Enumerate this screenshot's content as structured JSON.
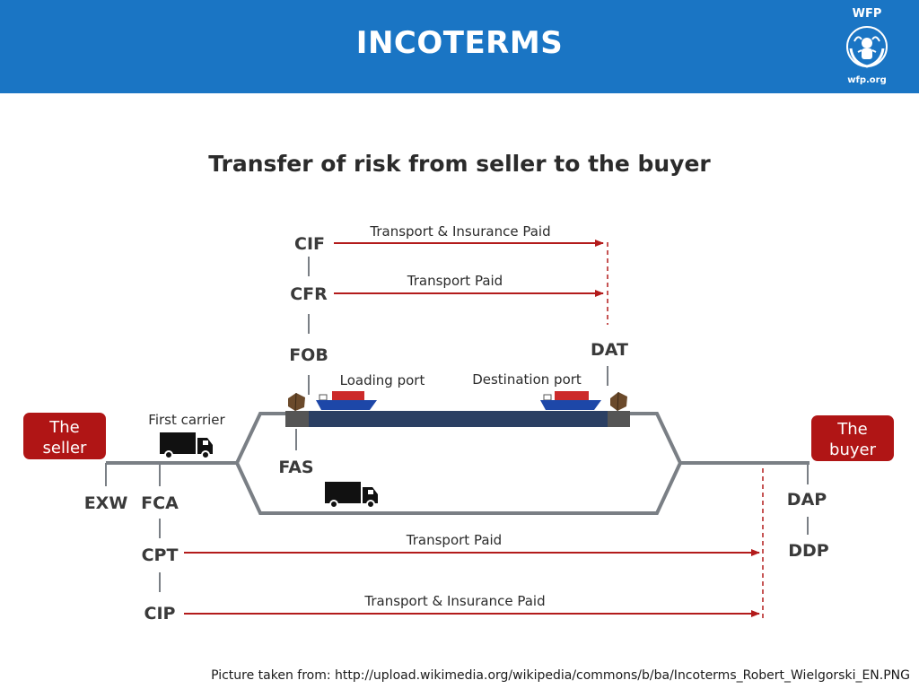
{
  "header": {
    "title": "INCOTERMS",
    "logo_top": "WFP",
    "logo_bottom": "wfp.org"
  },
  "diagram": {
    "subtitle": "Transfer of risk from seller to the buyer",
    "terms": {
      "cif": "CIF",
      "cfr": "CFR",
      "fob": "FOB",
      "dat": "DAT",
      "fas": "FAS",
      "exw": "EXW",
      "fca": "FCA",
      "cpt": "CPT",
      "cip": "CIP",
      "dap": "DAP",
      "ddp": "DDP"
    },
    "labels": {
      "cif_arrow": "Transport & Insurance Paid",
      "cfr_arrow": "Transport Paid",
      "loading_port": "Loading port",
      "destination_port": "Destination port",
      "first_carrier": "First carrier",
      "cpt_arrow": "Transport Paid",
      "cip_arrow": "Transport & Insurance Paid"
    },
    "seller": {
      "line1": "The",
      "line2": "seller"
    },
    "buyer": {
      "line1": "The",
      "line2": "buyer"
    }
  },
  "colors": {
    "header": "#1a75c4",
    "arrow": "#b31b1b",
    "box": "#b01515",
    "track": "#7a7f85",
    "ocean": "#2b3f63"
  },
  "footer": {
    "credit": "Picture taken from: http://upload.wikimedia.org/wikipedia/commons/b/ba/Incoterms_Robert_Wielgorski_EN.PNG"
  }
}
